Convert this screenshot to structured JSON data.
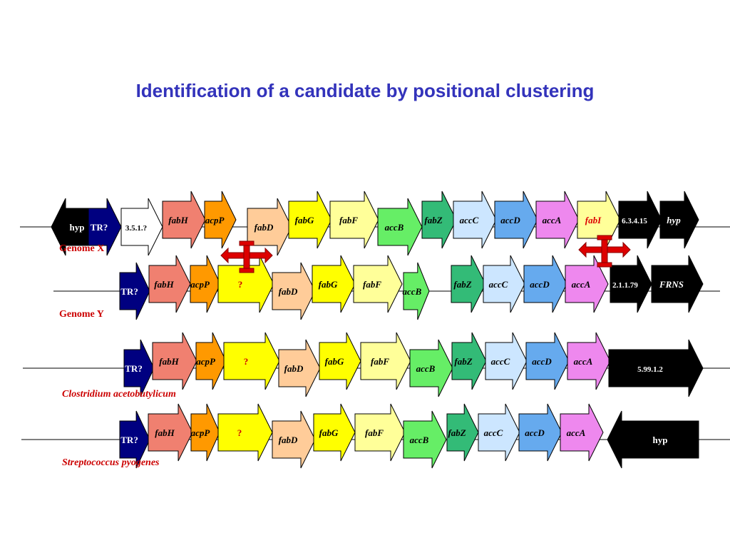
{
  "title": "Identification of a candidate by positional clustering",
  "rows": [
    {
      "label": "Genome X",
      "label_italic": false,
      "genes": [
        {
          "name": "hyp",
          "italic": false,
          "color": "#000000",
          "text_color": "#ffffff",
          "dir": "left"
        },
        {
          "name": "TR?",
          "italic": false,
          "color": "#000080",
          "text_color": "#ffffff",
          "dir": "right"
        },
        {
          "name": "3.5.1.?",
          "italic": false,
          "color": "#ffffff",
          "text_color": "#000000",
          "dir": "right"
        },
        {
          "name": "fabH",
          "italic": true,
          "color": "#f08070",
          "text_color": "#000000",
          "dir": "right"
        },
        {
          "name": "acpP",
          "italic": true,
          "color": "#ff9900",
          "text_color": "#000000",
          "dir": "right"
        },
        {
          "name": "fabD",
          "italic": true,
          "color": "#ffcc99",
          "text_color": "#000000",
          "dir": "right"
        },
        {
          "name": "fabG",
          "italic": true,
          "color": "#ffff00",
          "text_color": "#000000",
          "dir": "right"
        },
        {
          "name": "fabF",
          "italic": true,
          "color": "#ffff99",
          "text_color": "#000000",
          "dir": "right"
        },
        {
          "name": "accB",
          "italic": true,
          "color": "#66ee66",
          "text_color": "#000000",
          "dir": "right"
        },
        {
          "name": "fabZ",
          "italic": true,
          "color": "#33bb77",
          "text_color": "#000000",
          "dir": "right"
        },
        {
          "name": "accC",
          "italic": true,
          "color": "#cce6ff",
          "text_color": "#000000",
          "dir": "right"
        },
        {
          "name": "accD",
          "italic": true,
          "color": "#66aaee",
          "text_color": "#000000",
          "dir": "right"
        },
        {
          "name": "accA",
          "italic": true,
          "color": "#ee88ee",
          "text_color": "#000000",
          "dir": "right"
        },
        {
          "name": "fabI",
          "italic": true,
          "color": "#ffff99",
          "text_color": "#dd0000",
          "dir": "right"
        },
        {
          "name": "6.3.4.15",
          "italic": false,
          "color": "#000000",
          "text_color": "#ffffff",
          "dir": "right"
        },
        {
          "name": "hyp",
          "italic": true,
          "color": "#000000",
          "text_color": "#ffffff",
          "dir": "right"
        }
      ]
    },
    {
      "label": "Genome Y",
      "label_italic": false,
      "genes": [
        {
          "name": "TR?",
          "italic": false,
          "color": "#000080",
          "text_color": "#ffffff",
          "dir": "right"
        },
        {
          "name": "fabH",
          "italic": true,
          "color": "#f08070",
          "text_color": "#000000",
          "dir": "right"
        },
        {
          "name": "acpP",
          "italic": true,
          "color": "#ff9900",
          "text_color": "#000000",
          "dir": "right"
        },
        {
          "name": "?",
          "italic": false,
          "color": "#ffff00",
          "text_color": "#cc0000",
          "dir": "right"
        },
        {
          "name": "fabD",
          "italic": true,
          "color": "#ffcc99",
          "text_color": "#000000",
          "dir": "right"
        },
        {
          "name": "fabG",
          "italic": true,
          "color": "#ffff00",
          "text_color": "#000000",
          "dir": "right"
        },
        {
          "name": "fabF",
          "italic": true,
          "color": "#ffff99",
          "text_color": "#000000",
          "dir": "right"
        },
        {
          "name": "accB",
          "italic": true,
          "color": "#66ee66",
          "text_color": "#000000",
          "dir": "right"
        },
        {
          "name": "fabZ",
          "italic": true,
          "color": "#33bb77",
          "text_color": "#000000",
          "dir": "right"
        },
        {
          "name": "accC",
          "italic": true,
          "color": "#cce6ff",
          "text_color": "#000000",
          "dir": "right"
        },
        {
          "name": "accD",
          "italic": true,
          "color": "#66aaee",
          "text_color": "#000000",
          "dir": "right"
        },
        {
          "name": "accA",
          "italic": true,
          "color": "#ee88ee",
          "text_color": "#000000",
          "dir": "right"
        },
        {
          "name": "2.1.1.79",
          "italic": false,
          "color": "#000000",
          "text_color": "#ffffff",
          "dir": "right"
        },
        {
          "name": "FRNS",
          "italic": true,
          "color": "#000000",
          "text_color": "#ffffff",
          "dir": "right"
        }
      ]
    },
    {
      "label": "Clostridium acetobutylicum",
      "label_italic": true,
      "genes": [
        {
          "name": "TR?",
          "italic": false,
          "color": "#000080",
          "text_color": "#ffffff",
          "dir": "right"
        },
        {
          "name": "fabH",
          "italic": true,
          "color": "#f08070",
          "text_color": "#000000",
          "dir": "right"
        },
        {
          "name": "acpP",
          "italic": true,
          "color": "#ff9900",
          "text_color": "#000000",
          "dir": "right"
        },
        {
          "name": "?",
          "italic": false,
          "color": "#ffff00",
          "text_color": "#cc0000",
          "dir": "right"
        },
        {
          "name": "fabD",
          "italic": true,
          "color": "#ffcc99",
          "text_color": "#000000",
          "dir": "right"
        },
        {
          "name": "fabG",
          "italic": true,
          "color": "#ffff00",
          "text_color": "#000000",
          "dir": "right"
        },
        {
          "name": "fabF",
          "italic": true,
          "color": "#ffff99",
          "text_color": "#000000",
          "dir": "right"
        },
        {
          "name": "accB",
          "italic": true,
          "color": "#66ee66",
          "text_color": "#000000",
          "dir": "right"
        },
        {
          "name": "fabZ",
          "italic": true,
          "color": "#33bb77",
          "text_color": "#000000",
          "dir": "right"
        },
        {
          "name": "accC",
          "italic": true,
          "color": "#cce6ff",
          "text_color": "#000000",
          "dir": "right"
        },
        {
          "name": "accD",
          "italic": true,
          "color": "#66aaee",
          "text_color": "#000000",
          "dir": "right"
        },
        {
          "name": "accA",
          "italic": true,
          "color": "#ee88ee",
          "text_color": "#000000",
          "dir": "right"
        },
        {
          "name": "5.99.1.2",
          "italic": false,
          "color": "#000000",
          "text_color": "#ffffff",
          "dir": "right"
        }
      ]
    },
    {
      "label": "Streptococcus pyogenes",
      "label_italic": true,
      "genes": [
        {
          "name": "TR?",
          "italic": false,
          "color": "#000080",
          "text_color": "#ffffff",
          "dir": "right"
        },
        {
          "name": "fabH",
          "italic": true,
          "color": "#f08070",
          "text_color": "#000000",
          "dir": "right"
        },
        {
          "name": "acpP",
          "italic": true,
          "color": "#ff9900",
          "text_color": "#000000",
          "dir": "right"
        },
        {
          "name": "?",
          "italic": false,
          "color": "#ffff00",
          "text_color": "#cc0000",
          "dir": "right"
        },
        {
          "name": "fabD",
          "italic": true,
          "color": "#ffcc99",
          "text_color": "#000000",
          "dir": "right"
        },
        {
          "name": "fabG",
          "italic": true,
          "color": "#ffff00",
          "text_color": "#000000",
          "dir": "right"
        },
        {
          "name": "fabF",
          "italic": true,
          "color": "#ffff99",
          "text_color": "#000000",
          "dir": "right"
        },
        {
          "name": "accB",
          "italic": true,
          "color": "#66ee66",
          "text_color": "#000000",
          "dir": "right"
        },
        {
          "name": "fabZ",
          "italic": true,
          "color": "#33bb77",
          "text_color": "#000000",
          "dir": "right"
        },
        {
          "name": "accC",
          "italic": true,
          "color": "#cce6ff",
          "text_color": "#000000",
          "dir": "right"
        },
        {
          "name": "accD",
          "italic": true,
          "color": "#66aaee",
          "text_color": "#000000",
          "dir": "right"
        },
        {
          "name": "accA",
          "italic": true,
          "color": "#ee88ee",
          "text_color": "#000000",
          "dir": "right"
        },
        {
          "name": "hyp",
          "italic": false,
          "color": "#000000",
          "text_color": "#ffffff",
          "dir": "left"
        }
      ]
    }
  ],
  "colors": {
    "title": "#3333bb",
    "label": "#cc0000",
    "marker": "#dd0000"
  }
}
